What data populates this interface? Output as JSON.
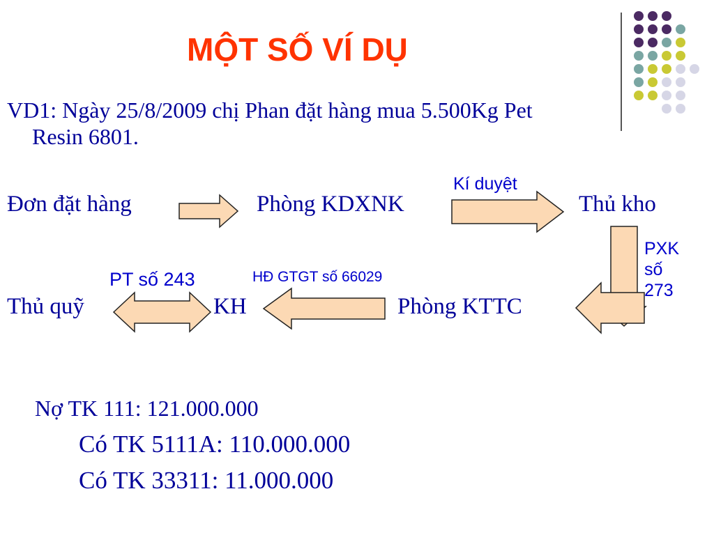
{
  "title": "MỘT SỐ VÍ DỤ",
  "example": {
    "line1": "VD1: Ngày 25/8/2009 chị Phan đặt hàng mua 5.500Kg Pet",
    "line2": "Resin 6801."
  },
  "flow": {
    "don_dat_hang": "Đơn đặt hàng",
    "phong_kdxnk": "Phòng KDXNK",
    "ki_duyet": "Kí duyệt",
    "thu_kho": "Thủ  kho",
    "pxk": [
      "PXK",
      "số",
      "273"
    ],
    "phong_kttc": "Phòng KTTC",
    "hd_gtgt": "HĐ GTGT số 66029",
    "kh": "KH",
    "pt": "PT số 243",
    "thu_quy": "Thủ quỹ"
  },
  "entries": {
    "no": "Nợ TK 111: 121.000.000",
    "co1": "Có TK 5111A: 110.000.000",
    "co2": "Có TK 33311: 11.000.000"
  },
  "colors": {
    "title": "#ff3300",
    "text": "#000099",
    "arrow_fill": "#fcd9b4",
    "dot_purple": "#4b2a63",
    "dot_teal": "#7aa6a3",
    "dot_olive": "#c9c934",
    "dot_lavender": "#d6d6e6"
  }
}
